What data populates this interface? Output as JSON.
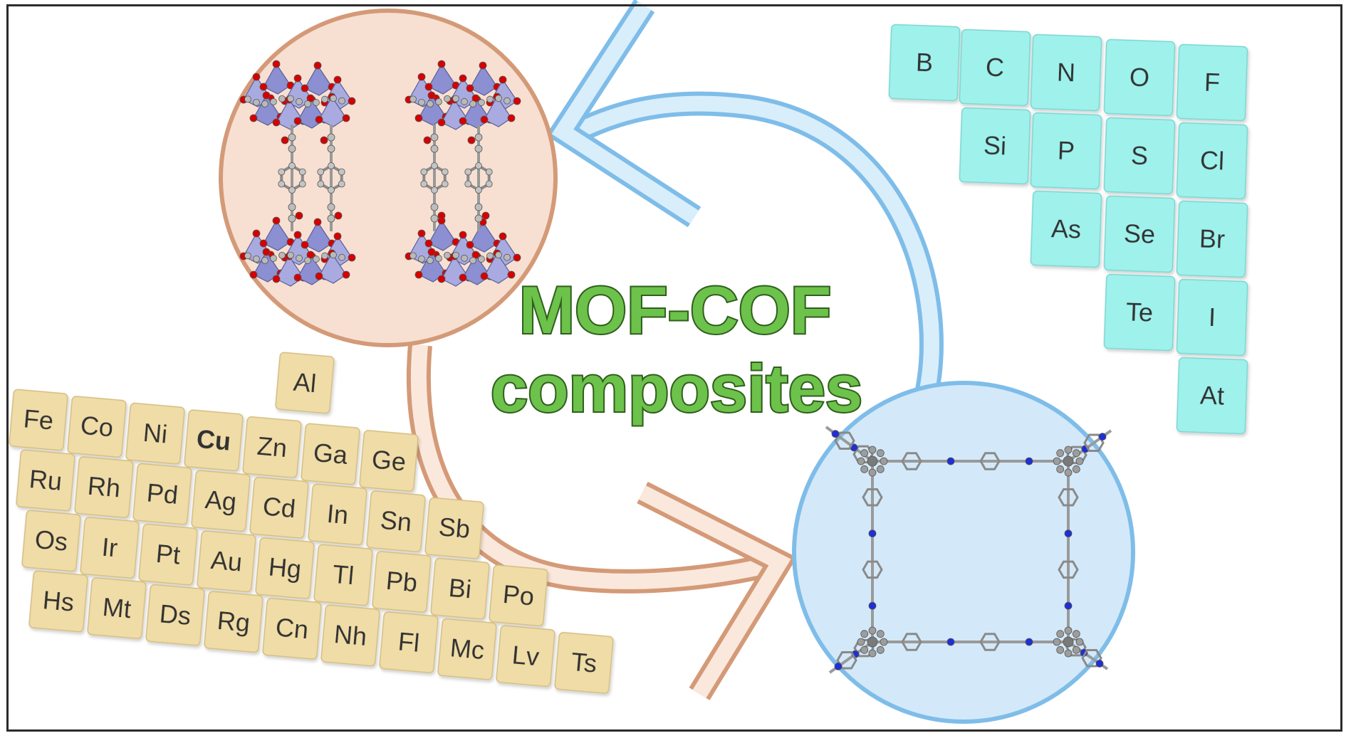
{
  "title": {
    "line1": "MOF-COF",
    "line2": "composites",
    "fill_color": "#6cc24a",
    "stroke_color": "#2f5e1c"
  },
  "colors": {
    "metal_tile": "#f0dca6",
    "metal_tile_edge": "#d4bd82",
    "nonmetal_tile": "#9ff1ec",
    "nonmetal_tile_edge": "#7cd6d0",
    "mof_circle_fill": "#f7e0d2",
    "mof_circle_stroke": "#d49a78",
    "cof_circle_fill": "#d3e9f9",
    "cof_circle_stroke": "#7fbde9",
    "blue_arrow": "#a9d6f4",
    "blue_arrow_edge": "#7fbde9",
    "orange_arrow": "#f6ddcf",
    "orange_arrow_edge": "#d49a78"
  },
  "metals": [
    [
      "Al"
    ],
    [
      "Fe",
      "Co",
      "Ni",
      "Cu",
      "Zn",
      "Ga",
      "Ge"
    ],
    [
      "Ru",
      "Rh",
      "Pd",
      "Ag",
      "Cd",
      "In",
      "Sn",
      "Sb"
    ],
    [
      "Os",
      "Ir",
      "Pt",
      "Au",
      "Hg",
      "Tl",
      "Pb",
      "Bi",
      "Po"
    ],
    [
      "Hs",
      "Mt",
      "Ds",
      "Rg",
      "Cn",
      "Nh",
      "Fl",
      "Mc",
      "Lv",
      "Ts"
    ]
  ],
  "nonmetals": [
    [
      "B",
      "C",
      "N",
      "O",
      "F"
    ],
    [
      "Si",
      "P",
      "S",
      "Cl"
    ],
    [
      "As",
      "Se",
      "Br"
    ],
    [
      "Te",
      "I"
    ],
    [
      "At"
    ]
  ]
}
